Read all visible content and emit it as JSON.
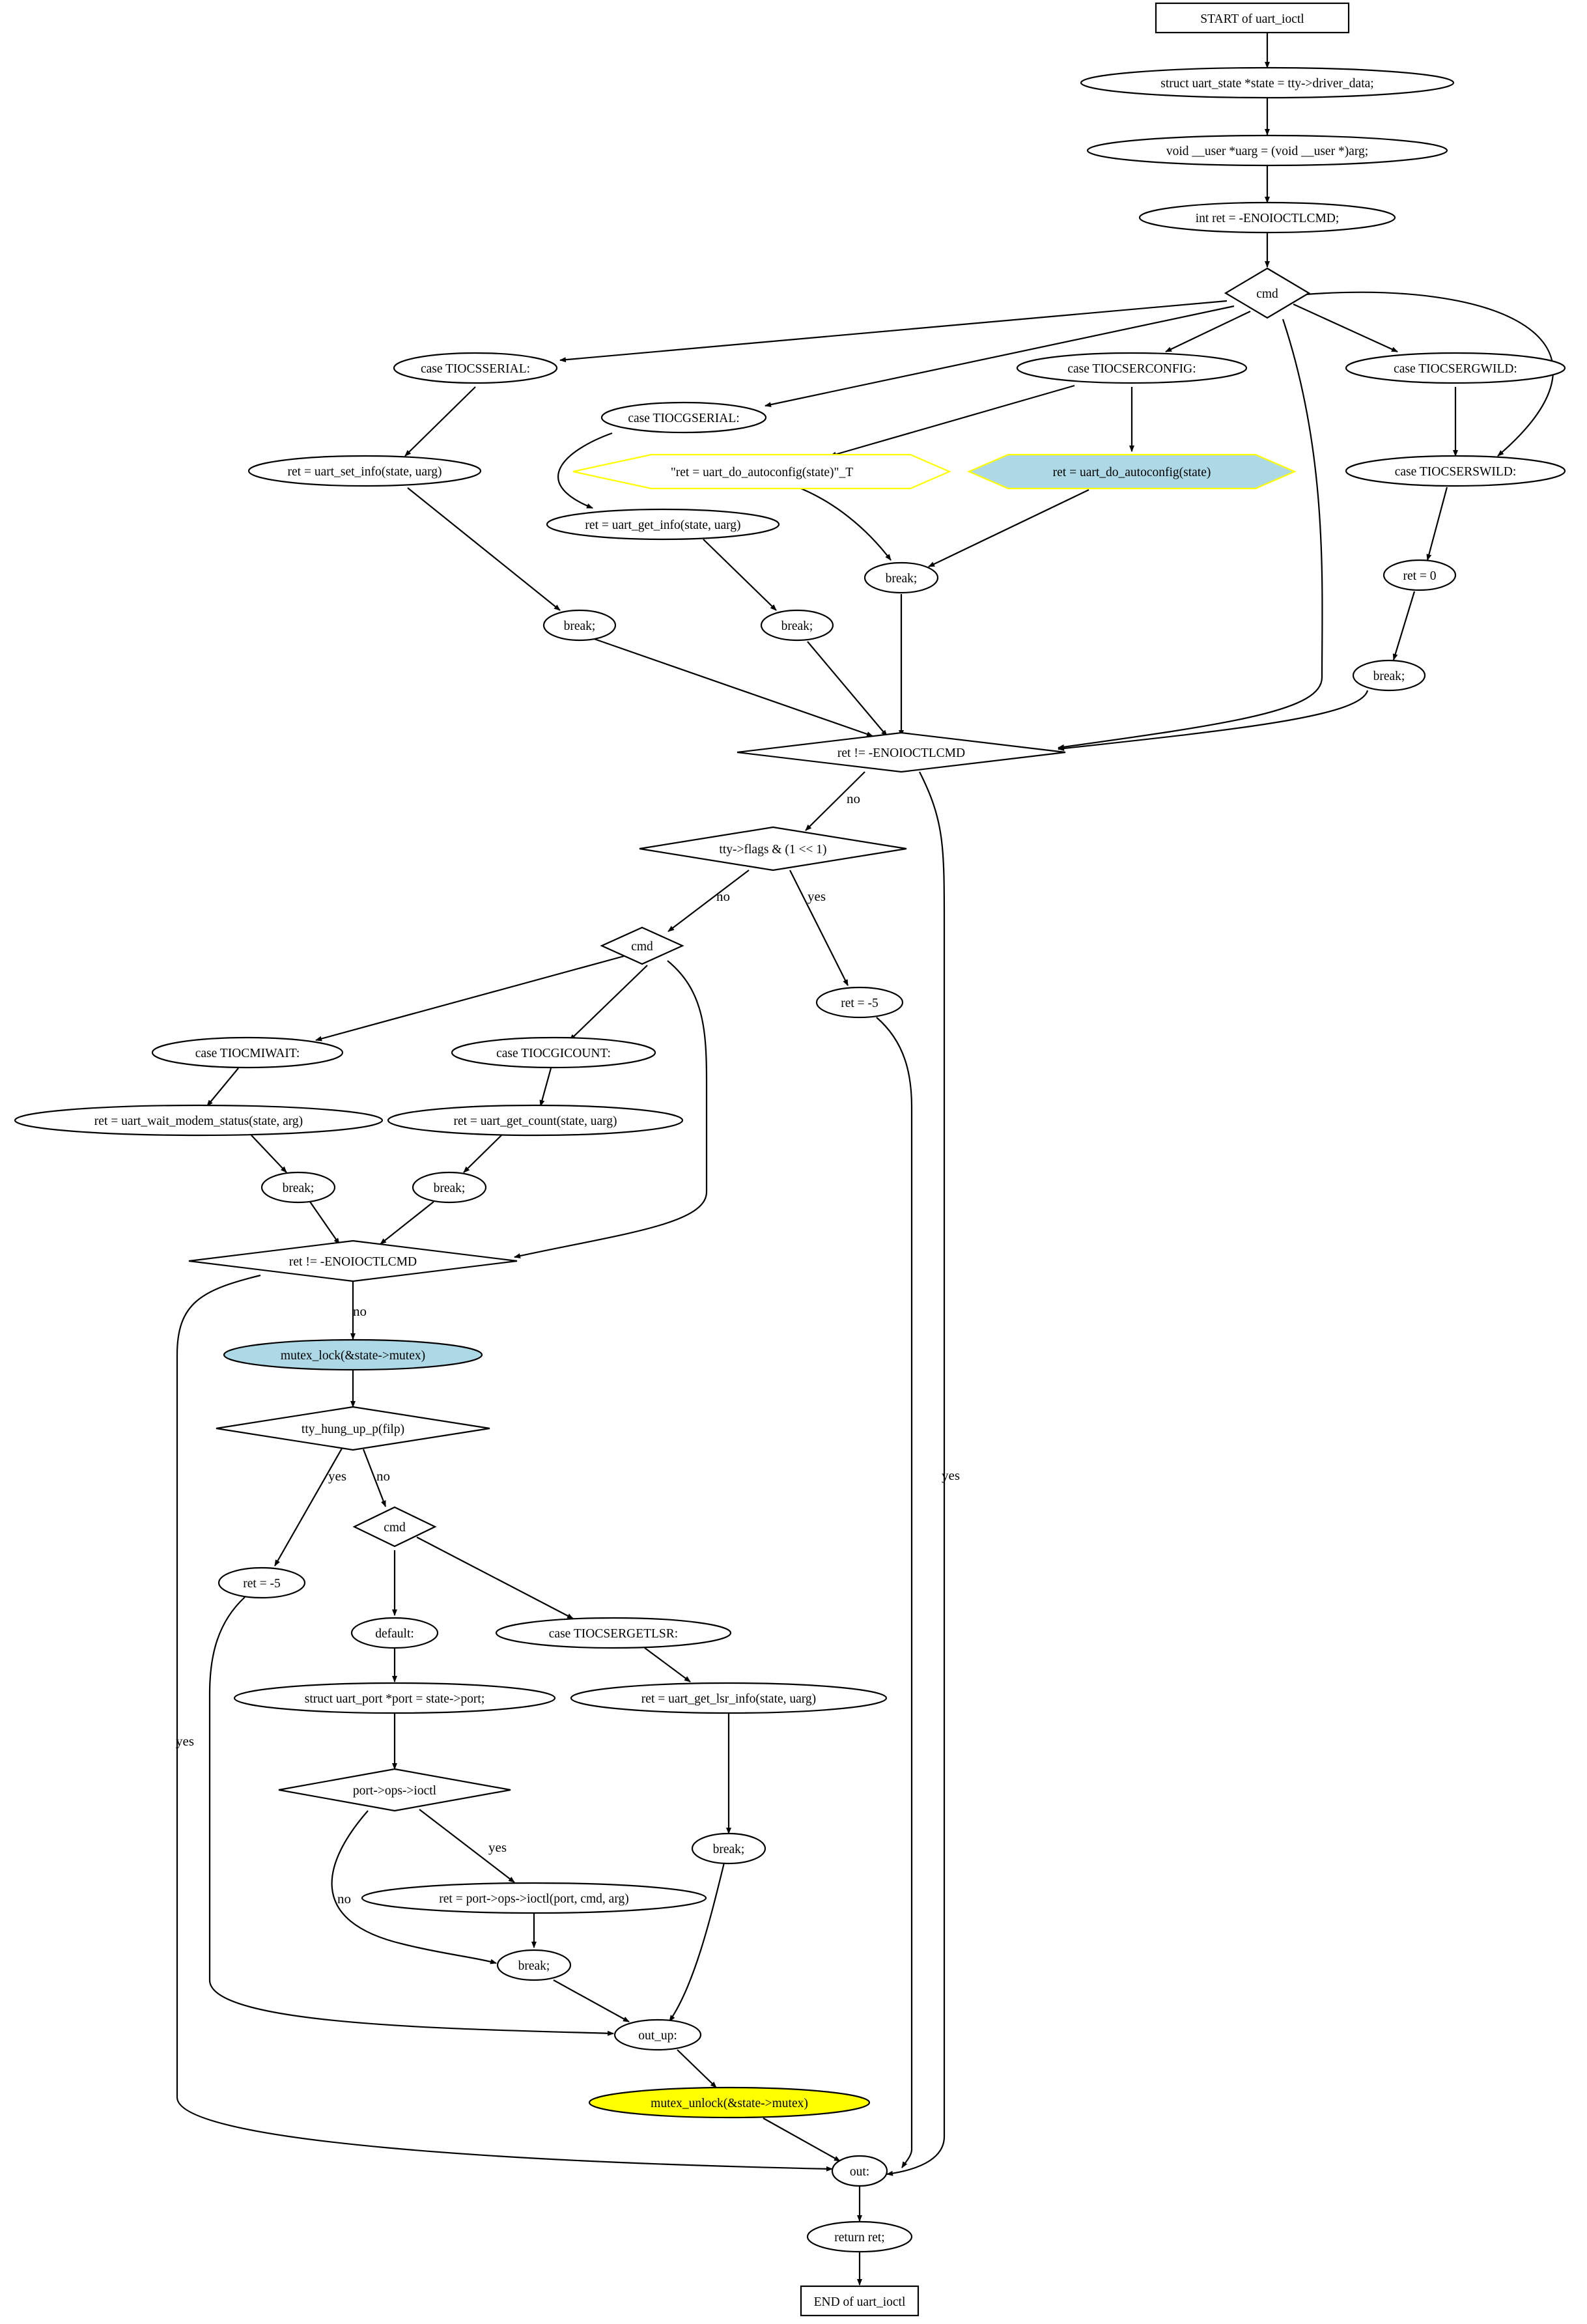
{
  "nodes": {
    "start": "START of uart_ioctl",
    "state": "struct uart_state *state = tty->driver_data;",
    "uarg": "void __user *uarg = (void __user *)arg;",
    "ret_init": "int ret = -ENOIOCTLCMD;",
    "cmd1": "cmd",
    "c_tiocsserial": "case TIOCSSERIAL:",
    "c_tiocgserial": "case TIOCGSERIAL:",
    "c_tiocserconfig": "case TIOCSERCONFIG:",
    "c_tiocsergwild": "case TIOCSERGWILD:",
    "set_info": "ret = uart_set_info(state, uarg)",
    "autoconfig_t": "\"ret = uart_do_autoconfig(state)\"_T",
    "autoconfig": "ret = uart_do_autoconfig(state)",
    "c_tiocserswild": "case TIOCSERSWILD:",
    "get_info": "ret = uart_get_info(state, uarg)",
    "brk_sconfig": "break;",
    "ret0": "ret = 0",
    "brk_set": "break;",
    "brk_get": "break;",
    "brk_wild": "break;",
    "chk1": "ret != -ENOIOCTLCMD",
    "flags": "tty->flags & (1 << 1)",
    "cmd2": "cmd",
    "ret_m5_a": "ret = -5",
    "c_tiocmiwait": "case TIOCMIWAIT:",
    "c_tiocgicount": "case TIOCGICOUNT:",
    "wait_modem": "ret = uart_wait_modem_status(state, arg)",
    "get_count": "ret = uart_get_count(state, uarg)",
    "brk_wait": "break;",
    "brk_count": "break;",
    "chk2": "ret != -ENOIOCTLCMD",
    "mutex_lock": "mutex_lock(&state->mutex)",
    "hung_up": "tty_hung_up_p(filp)",
    "cmd3": "cmd",
    "ret_m5_b": "ret = -5",
    "default": "default:",
    "c_tiocsergetlsr": "case TIOCSERGETLSR:",
    "port": "struct uart_port *port = state->port;",
    "get_lsr": "ret = uart_get_lsr_info(state, uarg)",
    "ops_ioctl": "port->ops->ioctl",
    "brk_lsr": "break;",
    "ops_call": "ret = port->ops->ioctl(port, cmd, arg)",
    "brk_ops": "break;",
    "out_up": "out_up:",
    "mutex_unlock": "mutex_unlock(&state->mutex)",
    "out": "out:",
    "return": "return ret;",
    "end": "END of uart_ioctl"
  },
  "edge_labels": {
    "chk1_no": "no",
    "chk1_yes": "yes",
    "flags_no": "no",
    "flags_yes": "yes",
    "chk2_no": "no",
    "chk2_yes": "yes",
    "hung_yes": "yes",
    "hung_no": "no",
    "ops_yes": "yes",
    "ops_no": "no"
  },
  "colors": {
    "highlight_blue": "#add8e6",
    "highlight_yellow": "#ffff00",
    "outline_yellow": "#ffff00",
    "stroke": "#000000"
  }
}
